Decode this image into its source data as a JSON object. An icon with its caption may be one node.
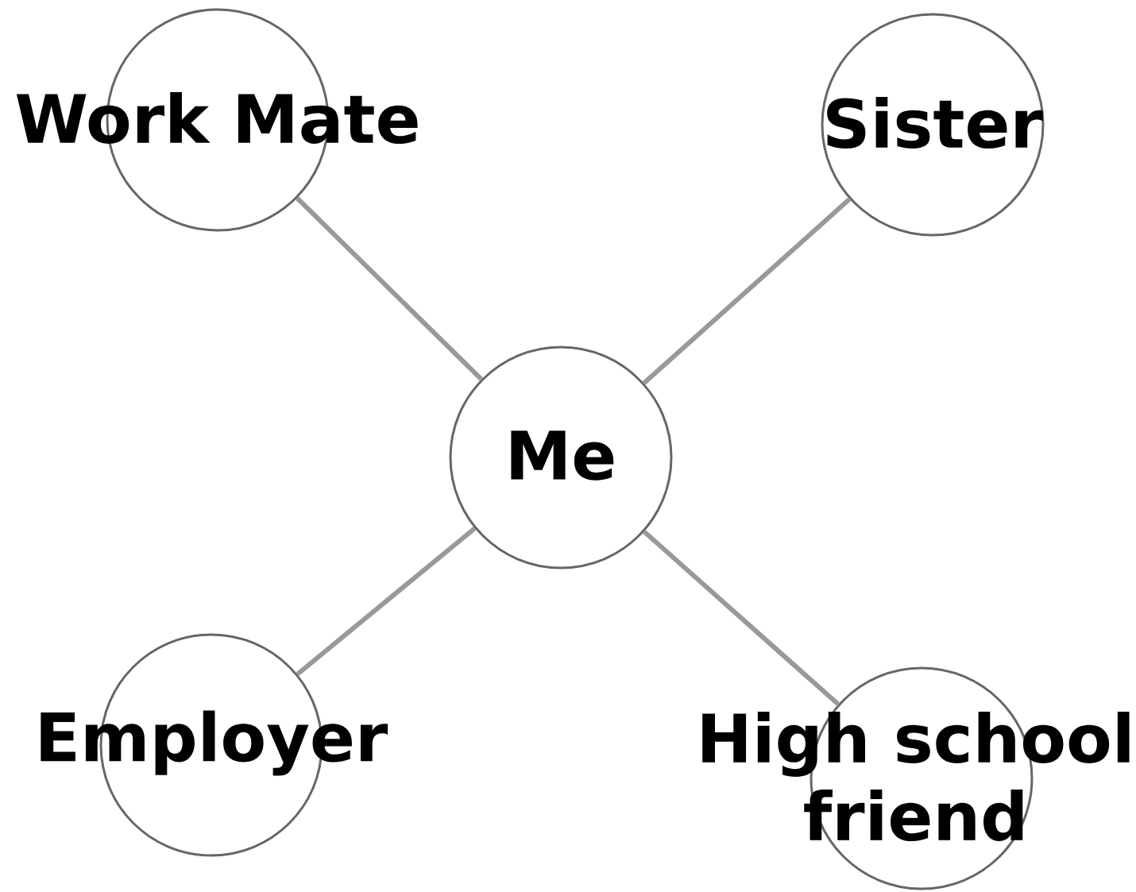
{
  "diagram": {
    "nodes": [
      {
        "text": [
          "Work Mate"
        ]
      },
      {
        "text": [
          "Sister"
        ]
      },
      {
        "text": [
          "Me"
        ]
      },
      {
        "text": [
          "Employer"
        ]
      },
      {
        "text": [
          "High school friend"
        ]
      }
    ],
    "edges": [
      {
        "from": 2,
        "to": 0,
        "arrow": "none"
      },
      {
        "from": 2,
        "to": 1,
        "arrow": "none"
      },
      {
        "from": 2,
        "to": 3,
        "arrow": "none"
      },
      {
        "from": 2,
        "to": 4,
        "arrow": "none"
      }
    ]
  }
}
